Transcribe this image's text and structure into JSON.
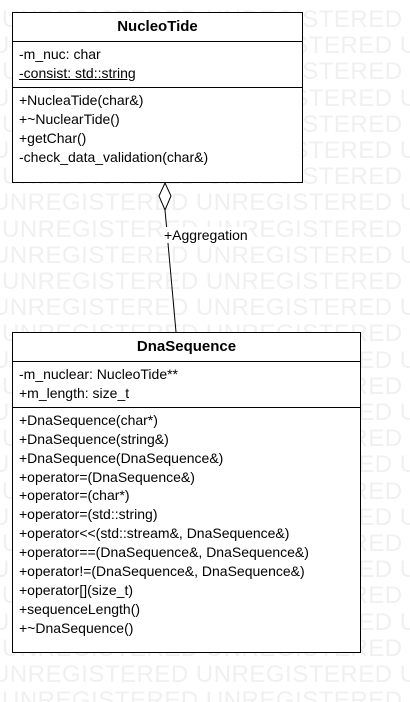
{
  "watermark": {
    "text": "UNREGISTERED UNREGISTERED UNREGISTERED"
  },
  "classes": {
    "nucleotide": {
      "name": "NucleoTide",
      "attributes": [
        "-m_nuc: char",
        "-consist: std::string"
      ],
      "static_attribute_index": 1,
      "operations": [
        "+NucleaTide(char&)",
        "+~NuclearTide()",
        "+getChar()",
        "-check_data_validation(char&)"
      ]
    },
    "dnasequence": {
      "name": "DnaSequence",
      "attributes": [
        "-m_nuclear: NucleoTide**",
        "+m_length: size_t"
      ],
      "operations": [
        "+DnaSequence(char*)",
        "+DnaSequence(string&)",
        "+DnaSequence(DnaSequence&)",
        "+operator=(DnaSequence&)",
        "+operator=(char*)",
        "+operator=(std::string)",
        "+operator<<(std::stream&, DnaSequence&)",
        "+operator==(DnaSequence&, DnaSequence&)",
        "+operator!=(DnaSequence&, DnaSequence&)",
        "+operator[](size_t)",
        "+sequenceLength()",
        "+~DnaSequence()"
      ]
    }
  },
  "relationship": {
    "label": "+Aggregation",
    "kind": "aggregation"
  }
}
